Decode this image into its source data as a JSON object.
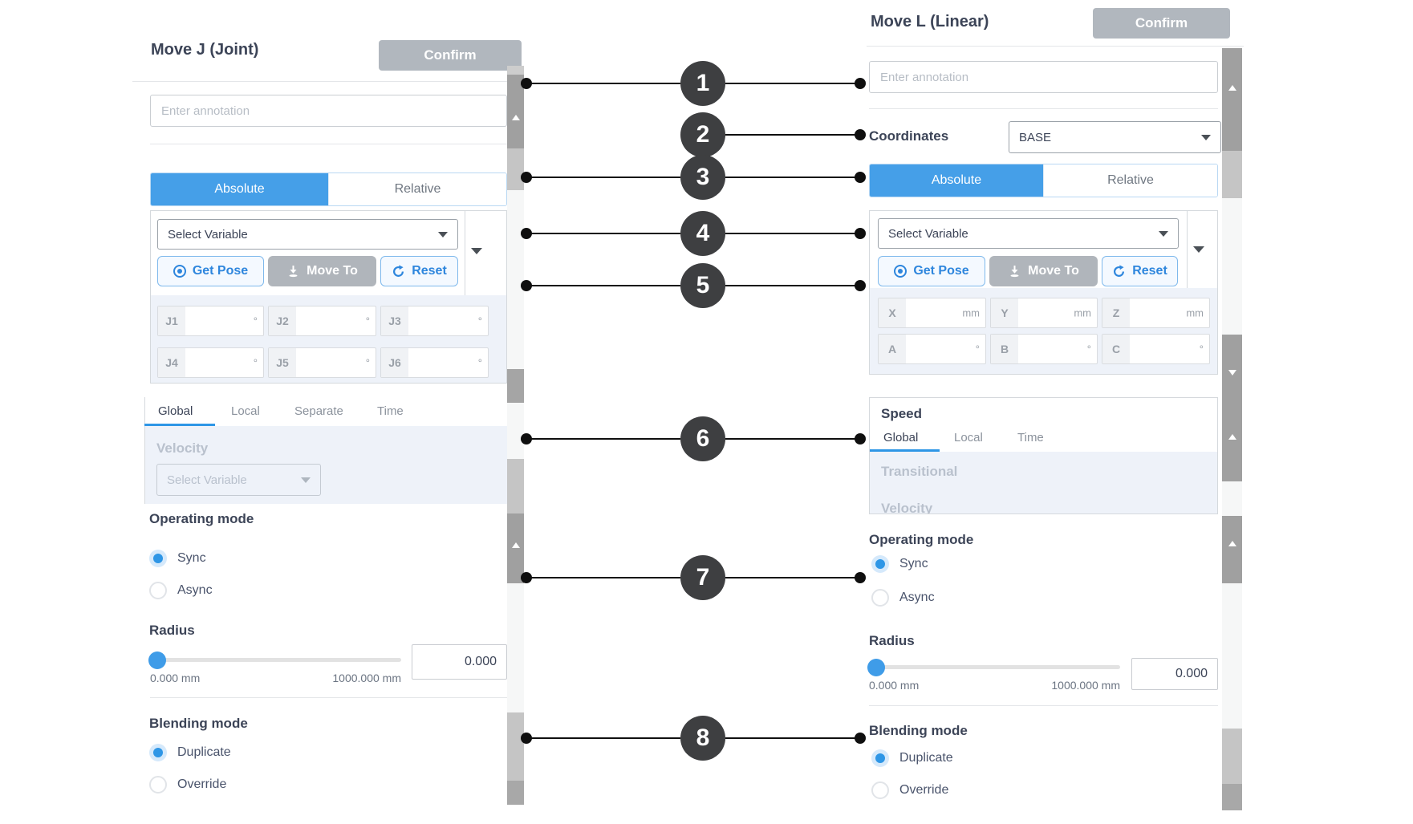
{
  "left_panel": {
    "title": "Move J (Joint)",
    "confirm_label": "Confirm",
    "annotation_placeholder": "Enter annotation",
    "mode_tabs": {
      "absolute": "Absolute",
      "relative": "Relative"
    },
    "variable": {
      "select_placeholder": "Select Variable",
      "get_pose": "Get Pose",
      "move_to": "Move To",
      "reset": "Reset"
    },
    "joint_fields": [
      {
        "label": "J1",
        "unit": "°"
      },
      {
        "label": "J2",
        "unit": "°"
      },
      {
        "label": "J3",
        "unit": "°"
      },
      {
        "label": "J4",
        "unit": "°"
      },
      {
        "label": "J5",
        "unit": "°"
      },
      {
        "label": "J6",
        "unit": "°"
      }
    ],
    "speed_tabs": [
      "Global",
      "Local",
      "Separate",
      "Time"
    ],
    "velocity": {
      "label": "Velocity",
      "select_placeholder": "Select Variable"
    },
    "operating_mode": {
      "label": "Operating mode",
      "options": [
        "Sync",
        "Async"
      ],
      "selected": "Sync"
    },
    "radius": {
      "label": "Radius",
      "min": "0.000 mm",
      "max": "1000.000 mm",
      "value": "0.000"
    },
    "blending_mode": {
      "label": "Blending mode",
      "options": [
        "Duplicate",
        "Override"
      ],
      "selected": "Duplicate"
    }
  },
  "right_panel": {
    "title": "Move L (Linear)",
    "confirm_label": "Confirm",
    "annotation_placeholder": "Enter annotation",
    "coordinates": {
      "label": "Coordinates",
      "value": "BASE"
    },
    "mode_tabs": {
      "absolute": "Absolute",
      "relative": "Relative"
    },
    "variable": {
      "select_placeholder": "Select Variable",
      "get_pose": "Get Pose",
      "move_to": "Move To",
      "reset": "Reset"
    },
    "pose_fields": [
      {
        "label": "X",
        "unit": "mm"
      },
      {
        "label": "Y",
        "unit": "mm"
      },
      {
        "label": "Z",
        "unit": "mm"
      },
      {
        "label": "A",
        "unit": "°"
      },
      {
        "label": "B",
        "unit": "°"
      },
      {
        "label": "C",
        "unit": "°"
      }
    ],
    "speed": {
      "label": "Speed",
      "tabs": [
        "Global",
        "Local",
        "Time"
      ],
      "transitional_label": "Transitional",
      "clipped_label": "Velocity"
    },
    "operating_mode": {
      "label": "Operating mode",
      "options": [
        "Sync",
        "Async"
      ],
      "selected": "Sync"
    },
    "radius": {
      "label": "Radius",
      "min": "0.000 mm",
      "max": "1000.000 mm",
      "value": "0.000"
    },
    "blending_mode": {
      "label": "Blending mode",
      "options": [
        "Duplicate",
        "Override"
      ],
      "selected": "Duplicate"
    }
  },
  "callouts": [
    "1",
    "2",
    "3",
    "4",
    "5",
    "6",
    "7",
    "8"
  ],
  "colors": {
    "accent_blue": "#459fe8",
    "link_blue": "#2e86dd",
    "confirm_gray": "#b1b7be",
    "callout_dark": "#3e3f41",
    "section_bg": "#eef2f9",
    "underline_blue": "#2e96e6"
  }
}
